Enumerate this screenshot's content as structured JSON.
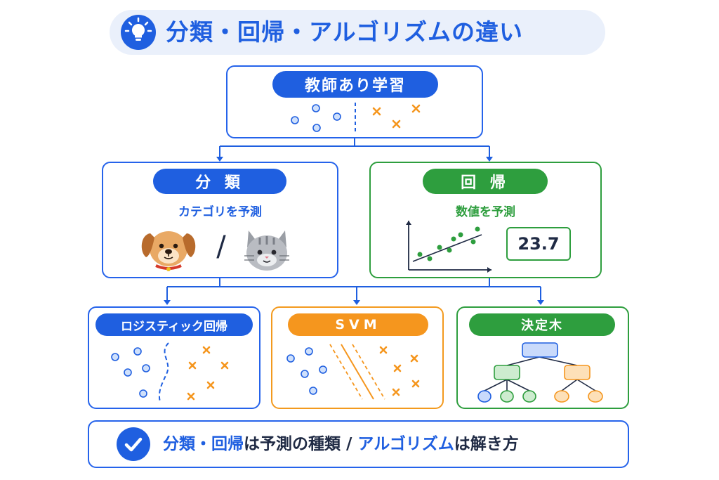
{
  "title": {
    "text": "分類・回帰・アルゴリズムの違い"
  },
  "colors": {
    "blue": "#1f5fe0",
    "green": "#2e9e3e",
    "orange": "#f5961e",
    "title_bg": "#eaf0fb"
  },
  "top": {
    "label": "教師あり学習"
  },
  "classification": {
    "label": "分 類",
    "subtitle": "カテゴリを予測",
    "separator": "/"
  },
  "regression": {
    "label": "回 帰",
    "subtitle": "数値を予測",
    "value": "23.7"
  },
  "algorithms": [
    {
      "label": "ロジスティック回帰"
    },
    {
      "label": "SVM"
    },
    {
      "label": "決定木"
    }
  ],
  "footer": {
    "part1": "分類・回帰",
    "part2": "は予測の種類 / ",
    "part3": "アルゴリズム",
    "part4": "は解き方"
  }
}
